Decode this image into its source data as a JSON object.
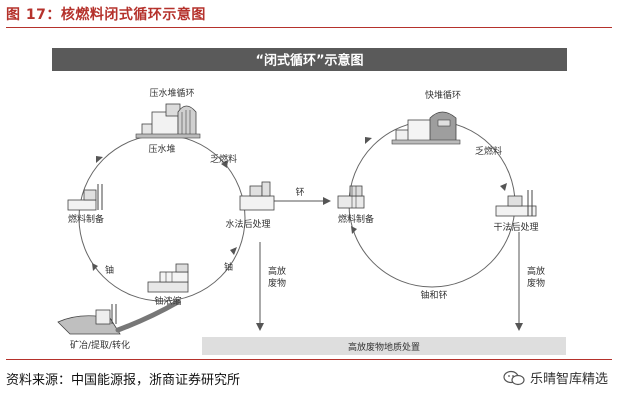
{
  "figure": {
    "title": "图 17：核燃料闭式循环示意图",
    "source": "资料来源：中国能源报，浙商证券研究所",
    "watermark": "乐晴智库精选"
  },
  "diagram": {
    "banner": "“闭式循环”示意图",
    "left_cycle": {
      "pwr_cycle": "压水堆循环",
      "pwr": "压水堆",
      "spent_fuel": "乏燃料",
      "fuel_fab": "燃料制备",
      "aqueous_reprocessing": "水法后处理",
      "uranium_1": "铀",
      "uranium_2": "铀",
      "enrichment": "铀浓缩",
      "mining": "矿冶/提取/转化"
    },
    "transfer": "钚",
    "right_cycle": {
      "fast_reactor_cycle": "快堆循环",
      "spent_fuel": "乏燃料",
      "fuel_fab": "燃料制备",
      "dry_reprocessing": "干法后处理",
      "u_pu": "铀和钚"
    },
    "hlw_left": "高放废物",
    "hlw_right": "高放废物",
    "geologic_disposal": "高放废物地质处置"
  },
  "colors": {
    "accent": "#b5322c",
    "banner": "#5a5a5a",
    "disposal_bar": "#dedede",
    "arrow": "#555555"
  }
}
